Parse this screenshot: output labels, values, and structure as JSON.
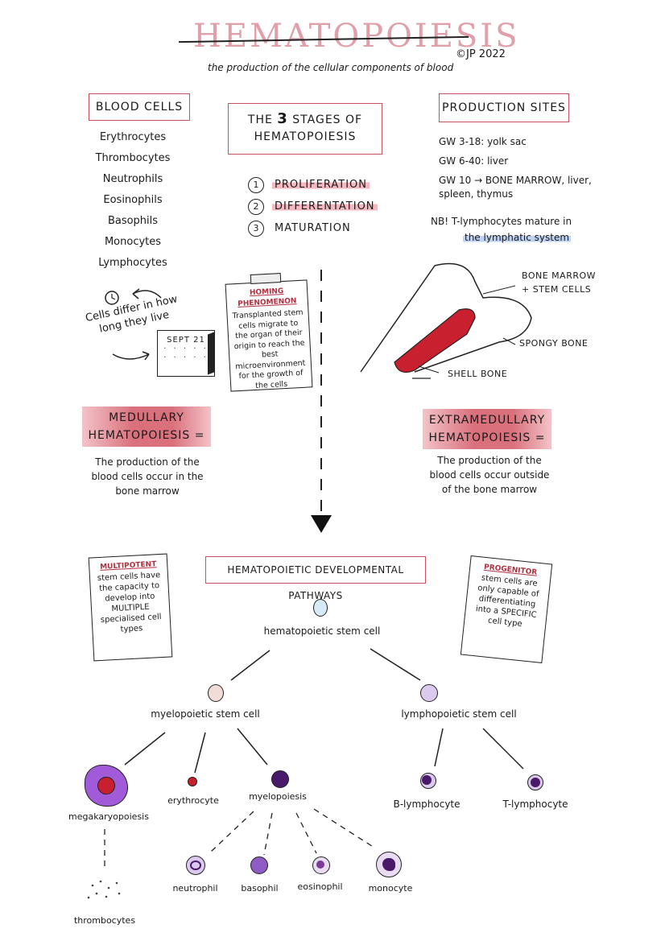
{
  "title": "HEMATOPOIESIS",
  "subtitle": "the production of the cellular components of blood",
  "copyright": "©JP 2022",
  "blood_cells": {
    "heading": "BLOOD CELLS",
    "items": [
      "Erythrocytes",
      "Thrombocytes",
      "Neutrophils",
      "Eosinophils",
      "Basophils",
      "Monocytes",
      "Lymphocytes"
    ],
    "lifespan_note": "Cells differ in how long they live",
    "calendar_text": "SEPT 21"
  },
  "stages": {
    "heading_prefix": "THE",
    "heading_number": "3",
    "heading_rest": "STAGES OF",
    "heading_line2": "HEMATOPOIESIS",
    "items": [
      {
        "num": "1",
        "label": "PROLIFERATION"
      },
      {
        "num": "2",
        "label": "DIFFERENTATION"
      },
      {
        "num": "3",
        "label": "MATURATION"
      }
    ]
  },
  "homing": {
    "heading": "HOMING PHENOMENON",
    "text": "Transplanted stem cells migrate to the organ of their origin to reach the best microenvironment for the growth of the cells"
  },
  "production_sites": {
    "heading": "PRODUCTION SITES",
    "items": [
      "GW 3-18: yolk sac",
      "GW 6-40: liver",
      "GW 10 → BONE MARROW, liver, spleen, thymus"
    ],
    "note_prefix": "NB! T-lymphocytes mature in",
    "note_highlight": "the lymphatic system"
  },
  "bone": {
    "label_marrow": "BONE MARROW + STEM CELLS",
    "label_spongy": "SPONGY BONE",
    "label_shell": "SHELL BONE"
  },
  "medullary": {
    "heading_line1": "MEDULLARY",
    "heading_line2": "HEMATOPOIESIS =",
    "desc": "The production of the blood cells occur in the bone marrow"
  },
  "extramedullary": {
    "heading_line1": "EXTRAMEDULLARY",
    "heading_line2": "HEMATOPOIESIS =",
    "desc": "The production of the blood cells occur outside of the bone marrow"
  },
  "pathways": {
    "heading": "HEMATOPOIETIC DEVELOPMENTAL PATHWAYS",
    "multipotent_head": "MULTIPOTENT",
    "multipotent_text": "stem cells have the capacity to develop into MULTIPLE specialised cell types",
    "progenitor_head": "PROGENITOR",
    "progenitor_text": "stem cells are only capable of differentiating into a SPECIFIC cell type",
    "cells": {
      "hsc": "hematopoietic stem cell",
      "myelo": "myelopoietic stem cell",
      "lympho": "lymphopoietic stem cell",
      "megakaryo": "megakaryopoiesis",
      "erythro": "erythrocyte",
      "myelopoiesis": "myelopoiesis",
      "b_lymph": "B-lymphocyte",
      "t_lymph": "T-lymphocyte",
      "neutrophil": "neutrophil",
      "basophil": "basophil",
      "eosinophil": "eosinophil",
      "monocyte": "monocyte",
      "thrombocytes": "thrombocytes"
    }
  },
  "colors": {
    "accent_red": "#c7505f",
    "highlight_pink": "#f4b9c0",
    "highlight_blue": "#bfd2f2",
    "marrow_red": "#c8202f",
    "hsc_blue": "#d7eaf8",
    "myelo_pink": "#f2dcd8",
    "lympho_lilac": "#dcc9ee",
    "purple_dark": "#4a1a6a",
    "megakaryo_purple": "#a15ad8"
  }
}
